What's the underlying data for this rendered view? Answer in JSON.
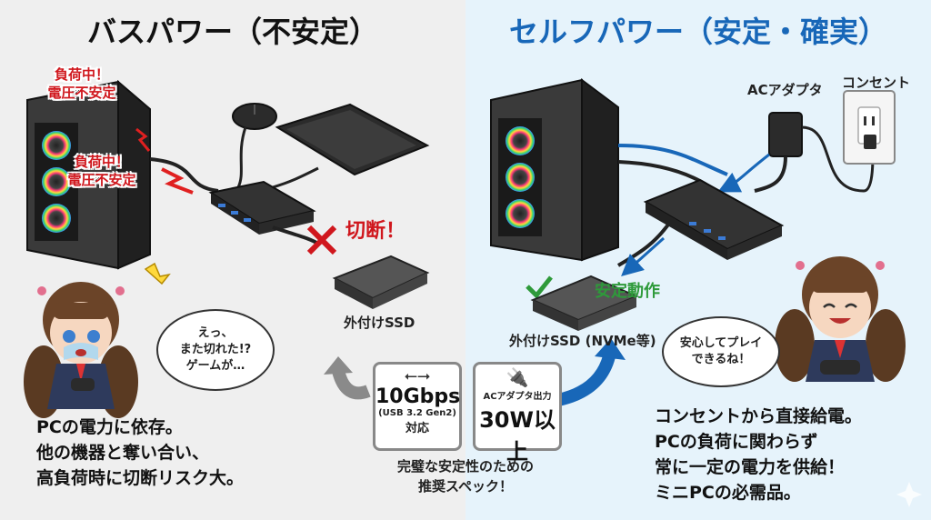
{
  "left": {
    "title": "バスパワー（不安定）",
    "warning1_line1": "負荷中！",
    "warning1_line2": "電圧不安定",
    "warning2_line1": "負荷中！",
    "warning2_line2": "電圧不安定",
    "cut_label": "切断！",
    "ssd_label": "外付けSSD",
    "bubble_lines": [
      "えっ、",
      "また切れた!?",
      "ゲームが…"
    ],
    "desc_lines": [
      "PCの電力に依存。",
      "他の機器と奪い合い、",
      "高負荷時に切断リスク大。"
    ]
  },
  "right": {
    "title": "セルフパワー（安定・確実）",
    "adapter_label": "ACアダプタ",
    "outlet_label": "コンセント",
    "stable_label": "安定動作",
    "ssd_label": "外付けSSD (NVMe等)",
    "bubble_lines": [
      "安心してプレイ",
      "できるね！"
    ],
    "desc_lines": [
      "コンセントから直接給電。",
      "PCの負荷に関わらず",
      "常に一定の電力を供給！",
      "ミニPCの必需品。"
    ]
  },
  "center": {
    "card1_main": "10Gbps",
    "card1_sub": "(USB 3.2 Gen2)",
    "card1_foot": "対応",
    "card2_top": "ACアダプタ出力",
    "card2_main": "30W以上",
    "note_lines": [
      "完璧な安定性のための",
      "推奨スペック！"
    ]
  },
  "colors": {
    "left_bg": "#efefef",
    "right_bg": "#e6f3fb",
    "blue_accent": "#1867b8",
    "red_accent": "#d0171d",
    "green_accent": "#2e9a3a"
  }
}
